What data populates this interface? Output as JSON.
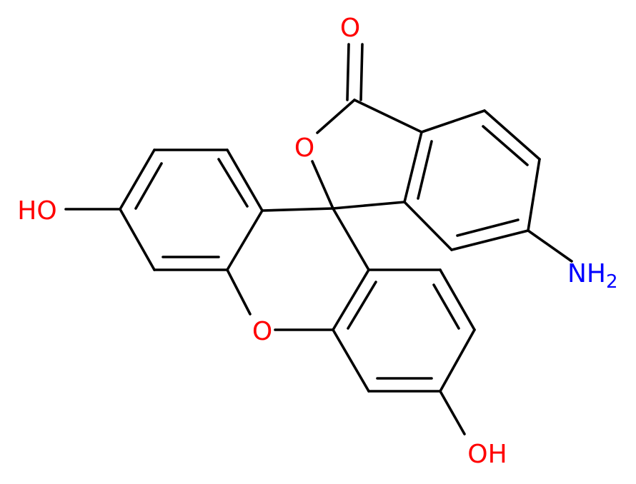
{
  "molecule": {
    "atoms": {
      "carbonyl_oxygen": "O",
      "ring_oxygen_lactone": "O",
      "ring_oxygen_xanthene": "O",
      "hydroxyl_left": "HO",
      "hydroxyl_bottom": "OH",
      "amine": {
        "symbol": "NH",
        "subscript": "2"
      }
    },
    "colors": {
      "oxygen": "#ff0000",
      "nitrogen": "#0000ff",
      "hydrogen": "#000000",
      "bond": "#000000"
    }
  }
}
